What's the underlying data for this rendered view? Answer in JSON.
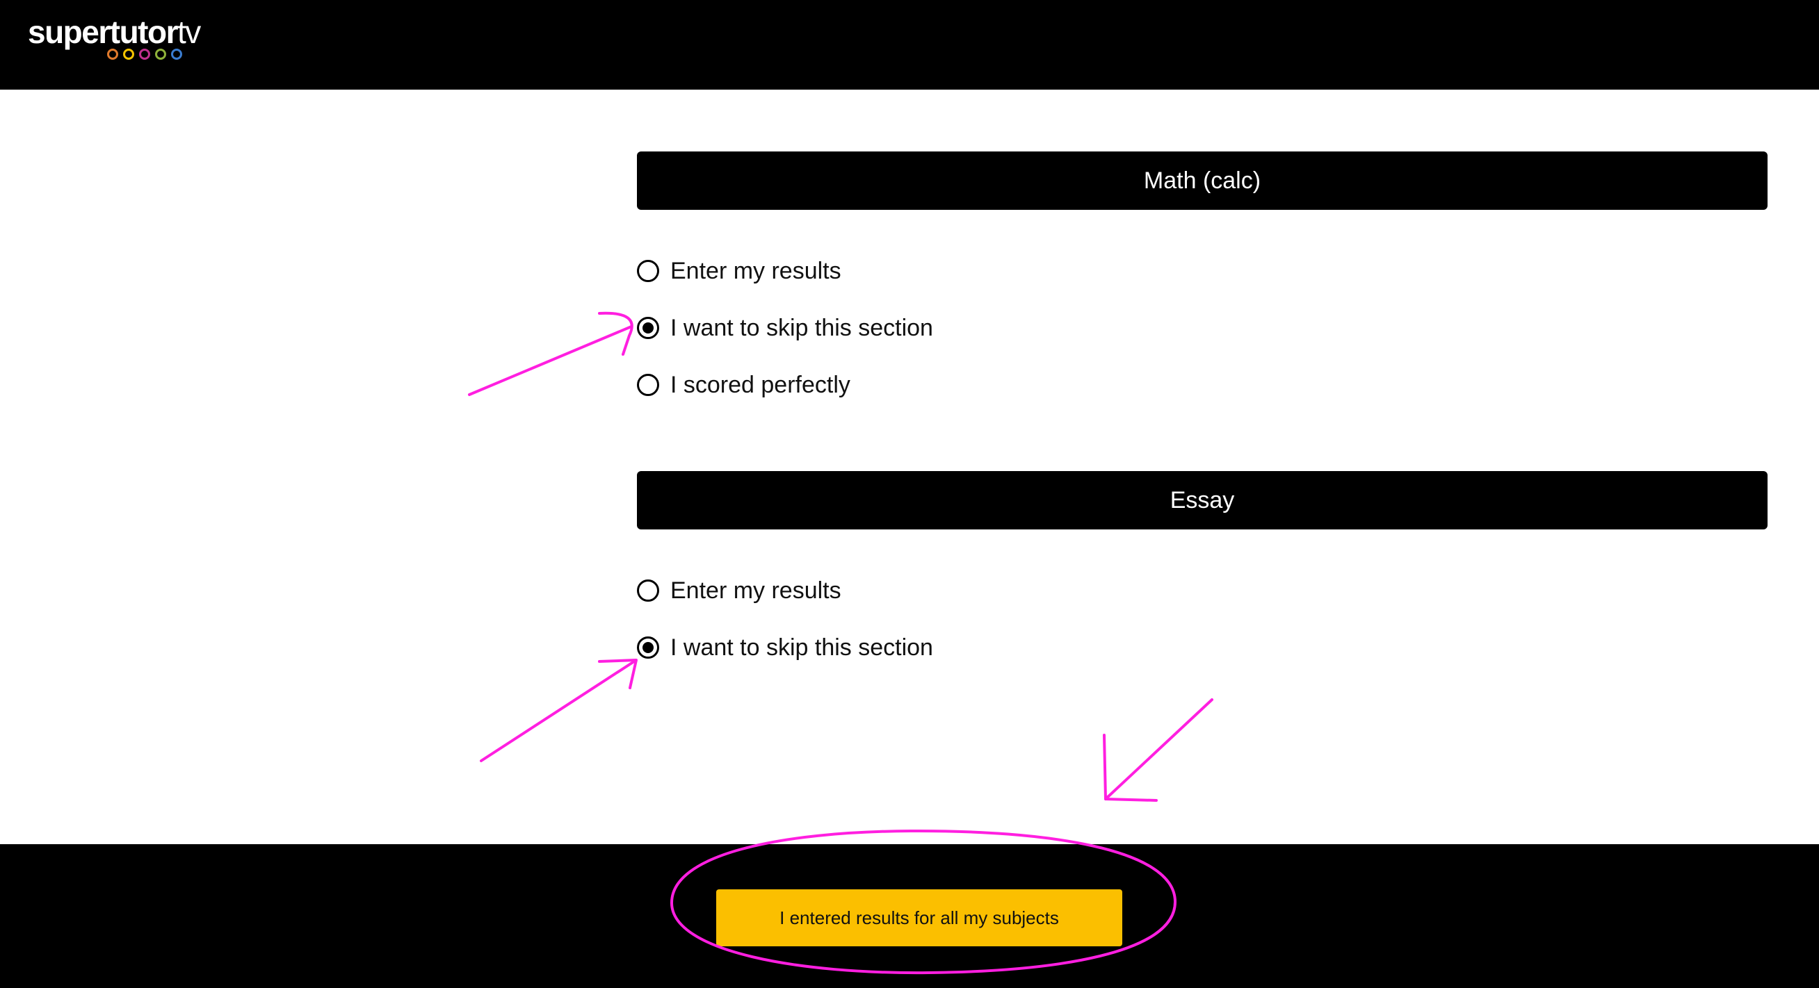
{
  "header": {
    "logo_bold": "supertutor",
    "logo_light": "tv",
    "logo_dot_colors": [
      "#e07a2c",
      "#f5c400",
      "#c0308f",
      "#8fb23a",
      "#3a7cd0"
    ]
  },
  "sections": [
    {
      "title": "Math (calc)",
      "options": [
        {
          "label": "Enter my results",
          "checked": false
        },
        {
          "label": "I want to skip this section",
          "checked": true
        },
        {
          "label": "I scored perfectly",
          "checked": false
        }
      ]
    },
    {
      "title": "Essay",
      "options": [
        {
          "label": "Enter my results",
          "checked": false
        },
        {
          "label": "I want to skip this section",
          "checked": true
        }
      ]
    }
  ],
  "footer": {
    "submit_label": "I entered results for all my subjects"
  },
  "colors": {
    "accent": "#fbbf00",
    "annotation": "#ff1fe0",
    "bar": "#000000"
  }
}
